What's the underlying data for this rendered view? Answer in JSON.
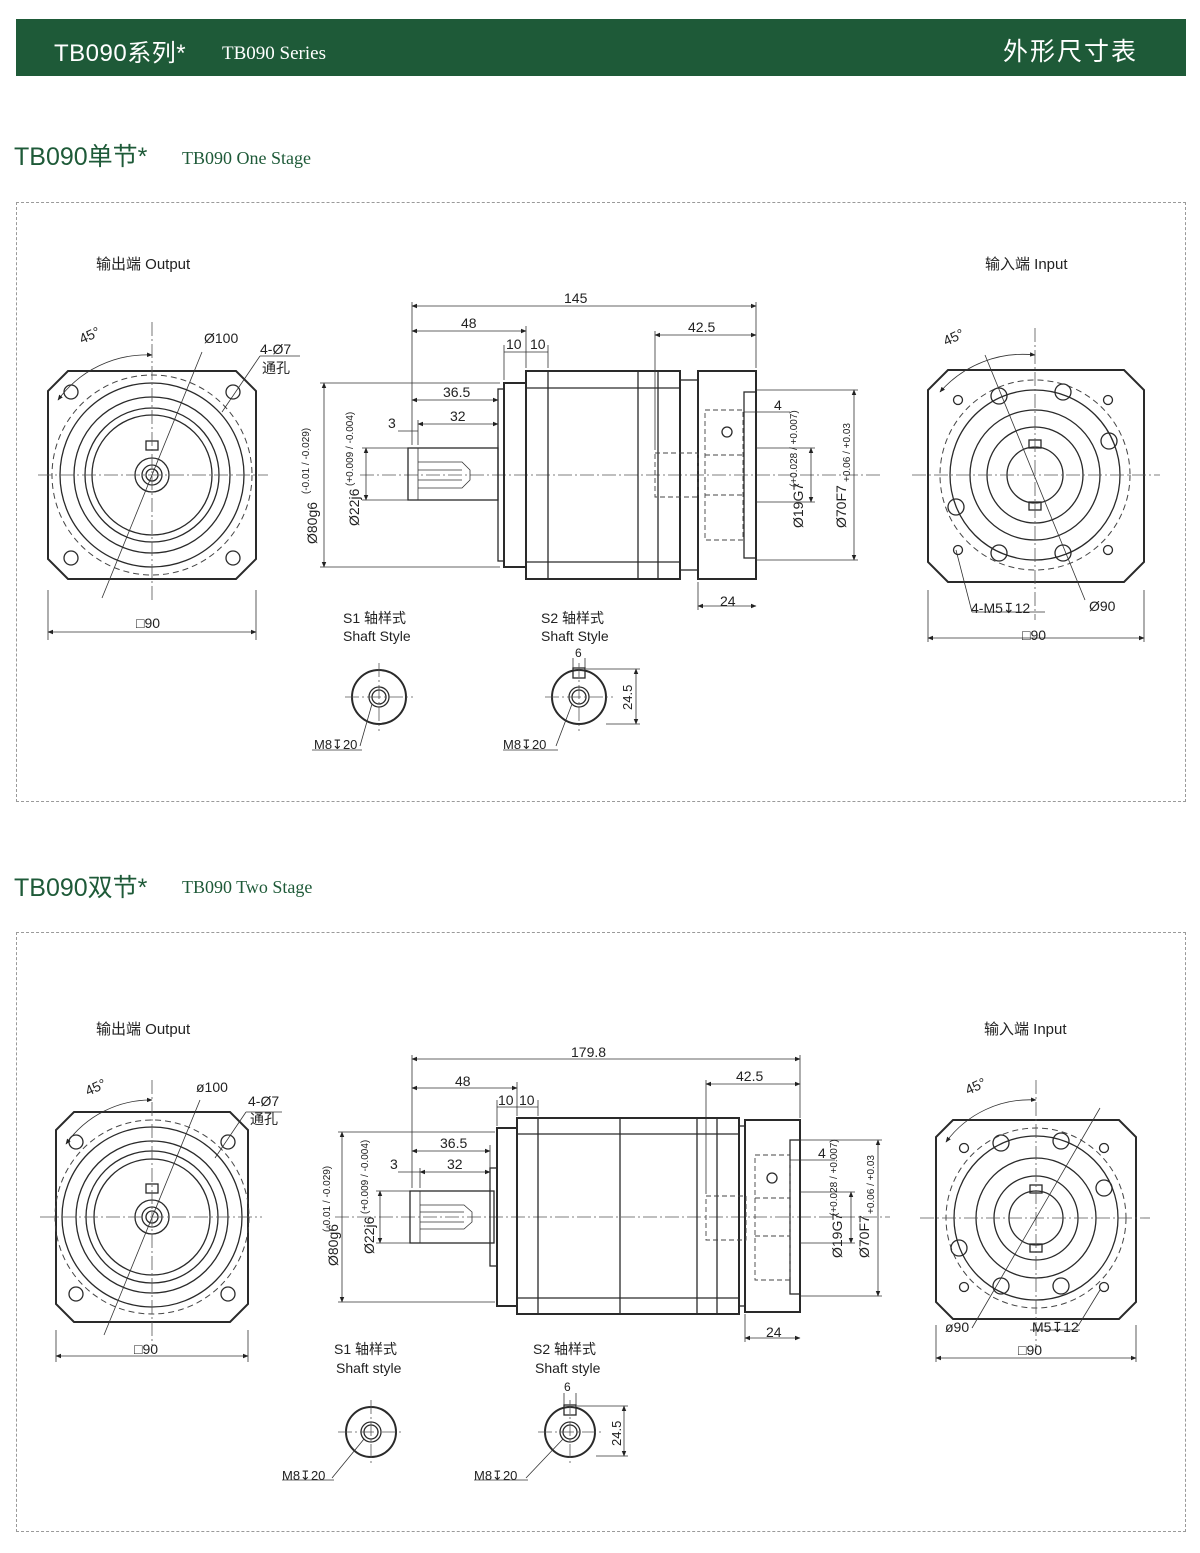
{
  "header": {
    "series_cn": "TB090系列*",
    "series_en": "TB090 Series",
    "right_title": "外形尺寸表"
  },
  "one_stage": {
    "title_cn": "TB090单节*",
    "title_en": "TB090 One Stage",
    "output_label": "输出端  Output",
    "input_label": "输入端  Input",
    "angle": "45°",
    "pcd_output": "Ø100",
    "holes_output": "4-Ø7",
    "through_hole": "通孔",
    "square_output": "□90",
    "square_input": "□90",
    "pcd_input": "Ø90",
    "input_holes": "4-M5↧12",
    "dims": {
      "total": "145",
      "d48": "48",
      "d10a": "10",
      "d10b": "10",
      "d42_5": "42.5",
      "d36_5": "36.5",
      "d32": "32",
      "d3": "3",
      "d4": "4",
      "d24": "24",
      "dia80": "Ø80g6",
      "dia80_tol": "(-0.01 / -0.029)",
      "dia22": "Ø22j6",
      "dia22_tol": "(+0.009 / -0.004)",
      "dia19": "Ø19G7",
      "dia19_tol": "(+0.028 / +0.007)",
      "dia70": "Ø70F7",
      "dia70_tol": "+0.06 / +0.03"
    },
    "s1_title": "S1 轴样式",
    "s1_sub": "Shaft Style",
    "s1_thread": "M8↧20",
    "s2_title": "S2 轴样式",
    "s2_sub": "Shaft Style",
    "s2_thread": "M8↧20",
    "s2_key": "6",
    "s2_height": "24.5"
  },
  "two_stage": {
    "title_cn": "TB090双节*",
    "title_en": "TB090 Two Stage",
    "output_label": "输出端  Output",
    "input_label": "输入端  Input",
    "angle": "45°",
    "pcd_output": "ø100",
    "holes_output": "4-Ø7",
    "through_hole": "通孔",
    "square_output": "□90",
    "square_input": "□90",
    "pcd_input": "ø90",
    "input_holes": "M5↧12",
    "dims": {
      "total": "179.8",
      "d48": "48",
      "d10a": "10",
      "d10b": "10",
      "d42_5": "42.5",
      "d36_5": "36.5",
      "d32": "32",
      "d3": "3",
      "d4": "4",
      "d24": "24",
      "dia80": "Ø80g6",
      "dia80_tol": "(-0.01 / -0.029)",
      "dia22": "Ø22j6",
      "dia22_tol": "(+0.009 / -0.004)",
      "dia19": "Ø19G7",
      "dia19_tol": "(+0.028 / +0.007)",
      "dia70": "Ø70F7",
      "dia70_tol": "+0.06 / +0.03"
    },
    "s1_title": "S1 轴样式",
    "s1_sub": "Shaft style",
    "s1_thread": "M8↧20",
    "s2_title": "S2 轴样式",
    "s2_sub": "Shaft style",
    "s2_thread": "M8↧20",
    "s2_key": "6",
    "s2_height": "24.5"
  }
}
